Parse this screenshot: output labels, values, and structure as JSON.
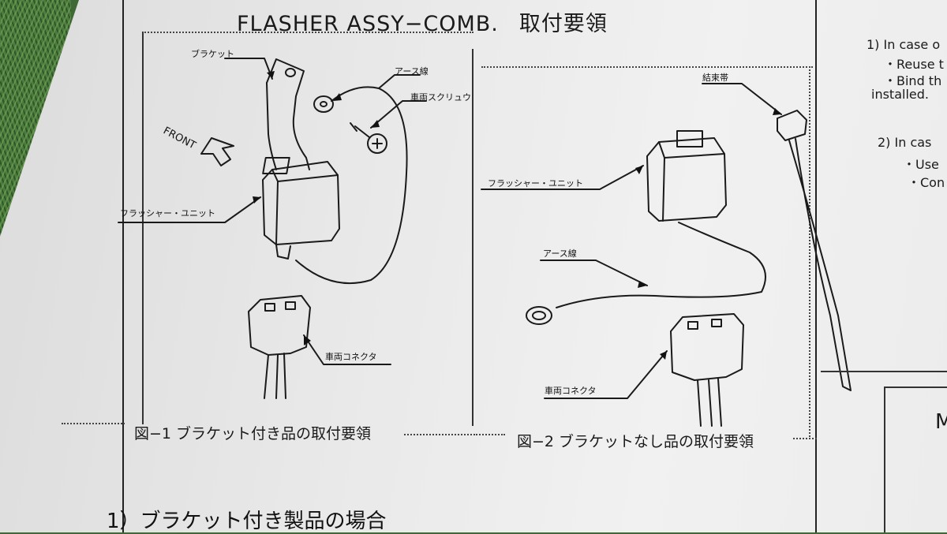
{
  "header": {
    "title_en": "FLASHER ASSY−COMB.",
    "title_jp": "取付要領"
  },
  "figure1": {
    "caption": "図−1  ブラケット付き品の取付要領",
    "labels": {
      "bracket": "ブラケット",
      "earth_wire": "アース線",
      "vehicle_screw": "車両スクリュウ",
      "front": "FRONT",
      "flasher_unit": "フラッシャー・ユニット",
      "vehicle_connector": "車両コネクタ"
    }
  },
  "figure2": {
    "caption": "図−2  ブラケットなし品の取付要領",
    "labels": {
      "cable_tie": "結束帯",
      "flasher_unit": "フラッシャー・ユニット",
      "earth_wire": "アース線",
      "vehicle_connector": "車両コネクタ"
    }
  },
  "body": {
    "section1_heading": "1）ブラケット付き製品の場合"
  },
  "right_column": {
    "line1": "1)  In case o",
    "line2": "・Reuse t",
    "line3": "・Bind th",
    "line4": "installed.",
    "line5": "2)  In cas",
    "line6": "・Use",
    "line7": "・Con",
    "line8": "M"
  }
}
